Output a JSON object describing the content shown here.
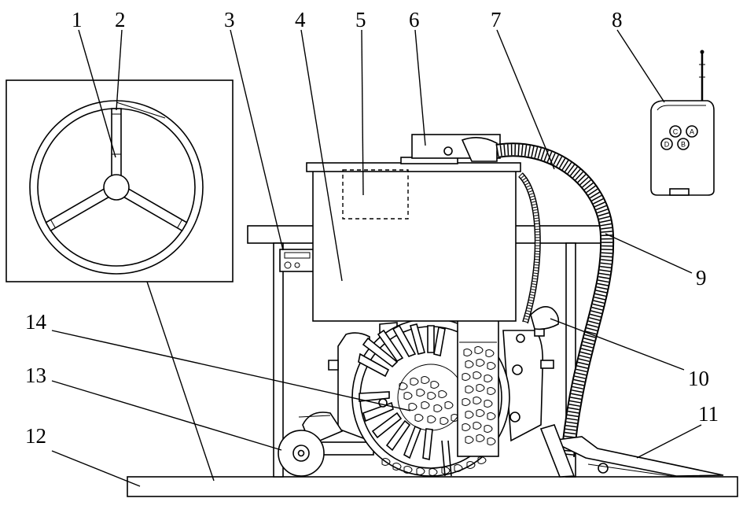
{
  "figure": {
    "labels": [
      "1",
      "2",
      "3",
      "4",
      "5",
      "6",
      "7",
      "8",
      "9",
      "10",
      "11",
      "12",
      "13",
      "14"
    ]
  },
  "remote": {
    "buttons": [
      "A",
      "B",
      "C",
      "D"
    ]
  }
}
